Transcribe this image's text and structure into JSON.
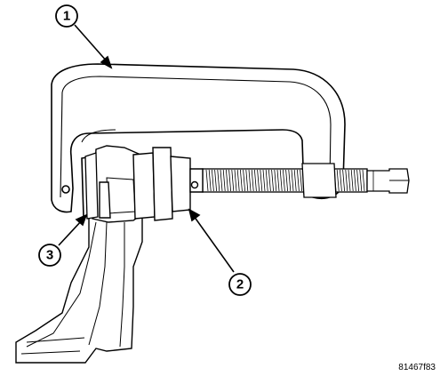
{
  "callouts": [
    {
      "id": "1",
      "label": "1"
    },
    {
      "id": "2",
      "label": "2"
    },
    {
      "id": "3",
      "label": "3"
    }
  ],
  "figure_id": "81467f83",
  "colors": {
    "line": "#000000",
    "background": "#ffffff"
  }
}
